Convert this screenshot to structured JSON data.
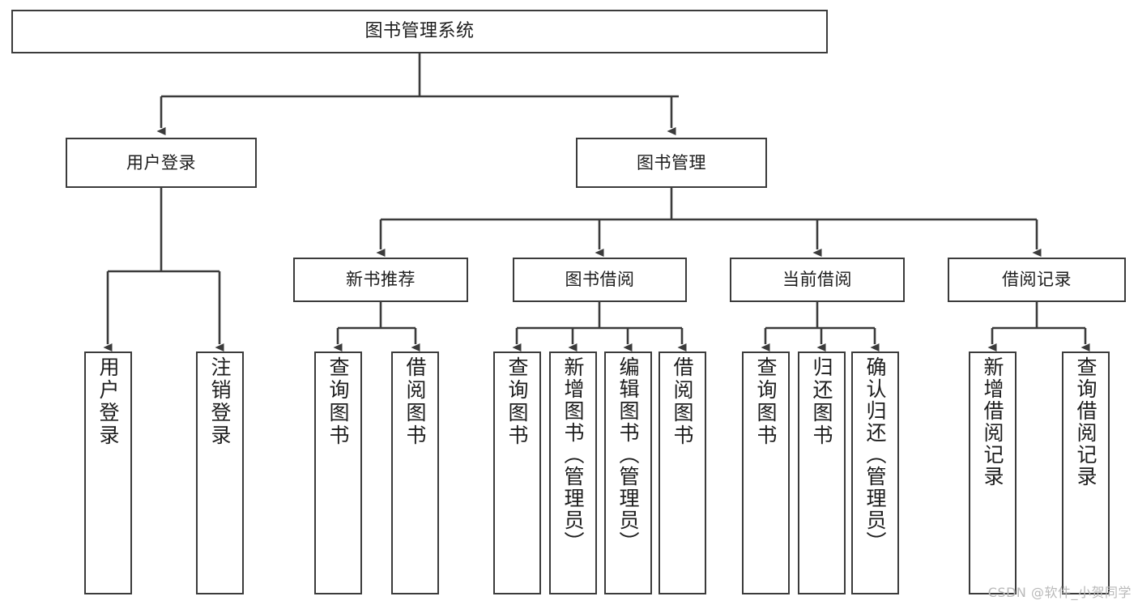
{
  "diagram": {
    "title": "图书管理系统",
    "type": "tree-hierarchy",
    "watermark": "CSDN @软件_小贺同学",
    "colors": {
      "stroke": "#3b3b3b",
      "fill": "#ffffff",
      "text": "#1d1d1d",
      "watermark": "#b9b9b9"
    },
    "levels": {
      "root": {
        "label": "图书管理系统"
      },
      "level2": [
        {
          "id": "user-login",
          "label": "用户登录"
        },
        {
          "id": "book-manage",
          "label": "图书管理"
        }
      ],
      "level3": [
        {
          "id": "new-book-rec",
          "label": "新书推荐",
          "parent": "book-manage"
        },
        {
          "id": "book-borrow",
          "label": "图书借阅",
          "parent": "book-manage"
        },
        {
          "id": "current-borrow",
          "label": "当前借阅",
          "parent": "book-manage"
        },
        {
          "id": "borrow-record",
          "label": "借阅记录",
          "parent": "book-manage"
        }
      ],
      "leaves": [
        {
          "id": "leaf-user-login",
          "label": "用户登录",
          "parent": "user-login"
        },
        {
          "id": "leaf-logout",
          "label": "注销登录",
          "parent": "user-login"
        },
        {
          "id": "leaf-query-book-1",
          "label": "查询图书",
          "parent": "new-book-rec"
        },
        {
          "id": "leaf-borrow-book-1",
          "label": "借阅图书",
          "parent": "new-book-rec"
        },
        {
          "id": "leaf-query-book-2",
          "label": "查询图书",
          "parent": "book-borrow"
        },
        {
          "id": "leaf-add-book",
          "label": "新增图书（管理员）",
          "parent": "book-borrow"
        },
        {
          "id": "leaf-edit-book",
          "label": "编辑图书（管理员）",
          "parent": "book-borrow"
        },
        {
          "id": "leaf-borrow-book-2",
          "label": "借阅图书",
          "parent": "book-borrow"
        },
        {
          "id": "leaf-query-book-3",
          "label": "查询图书",
          "parent": "current-borrow"
        },
        {
          "id": "leaf-return-book",
          "label": "归还图书",
          "parent": "current-borrow"
        },
        {
          "id": "leaf-confirm-return",
          "label": "确认归还（管理员）",
          "parent": "current-borrow"
        },
        {
          "id": "leaf-add-record",
          "label": "新增借阅记录",
          "parent": "borrow-record"
        },
        {
          "id": "leaf-query-record",
          "label": "查询借阅记录",
          "parent": "borrow-record"
        }
      ]
    }
  }
}
